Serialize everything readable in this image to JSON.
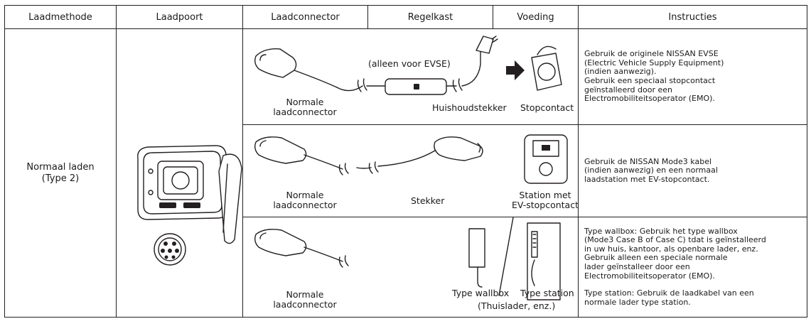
{
  "headers": [
    "Laadmethode",
    "Laadpoort",
    "Laadconnector",
    "Regelkast",
    "Voeding",
    "Instructies"
  ],
  "method": {
    "line1": "Normaal laden",
    "line2": "(Type 2)"
  },
  "row1": {
    "connector_label": "Normale\nlaadconnector",
    "evse_note": "(alleen voor EVSE)",
    "plug_label": "Huishoudstekker",
    "outlet_label": "Stopcontact",
    "instructions": "Gebruik de originele NISSAN EVSE\n(Electric Vehicle Supply Equipment)\n(indien aanwezig).\nGebruik een speciaal stopcontact\ngeïnstalleerd door een\nElectromobiliteitsoperator (EMO)."
  },
  "row2": {
    "connector_label": "Normale\nlaadconnector",
    "plug_label": "Stekker",
    "station_label": "Station met\nEV-stopcontact",
    "instructions": "Gebruik de NISSAN Mode3 kabel\n(indien aanwezig) en een normaal\nlaadstation met EV-stopcontact."
  },
  "row3": {
    "connector_label": "Normale\nlaadconnector",
    "wallbox_label": "Type wallbox",
    "station_label": "Type station",
    "home_label": "(Thuislader, enz.)",
    "instructions_a": "Type wallbox: Gebruik het type wallbox\n(Mode3 Case B of Case C) tdat is geïnstalleerd\nin uw huis, kantoor, als openbare lader, enz.\nGebruik alleen een speciale normale\nlader geïnstalleer door een\nElectromobiliteitsoperator (EMO).",
    "instructions_b": "Type station: Gebruik de laadkabel van een\nnormale lader type station."
  }
}
